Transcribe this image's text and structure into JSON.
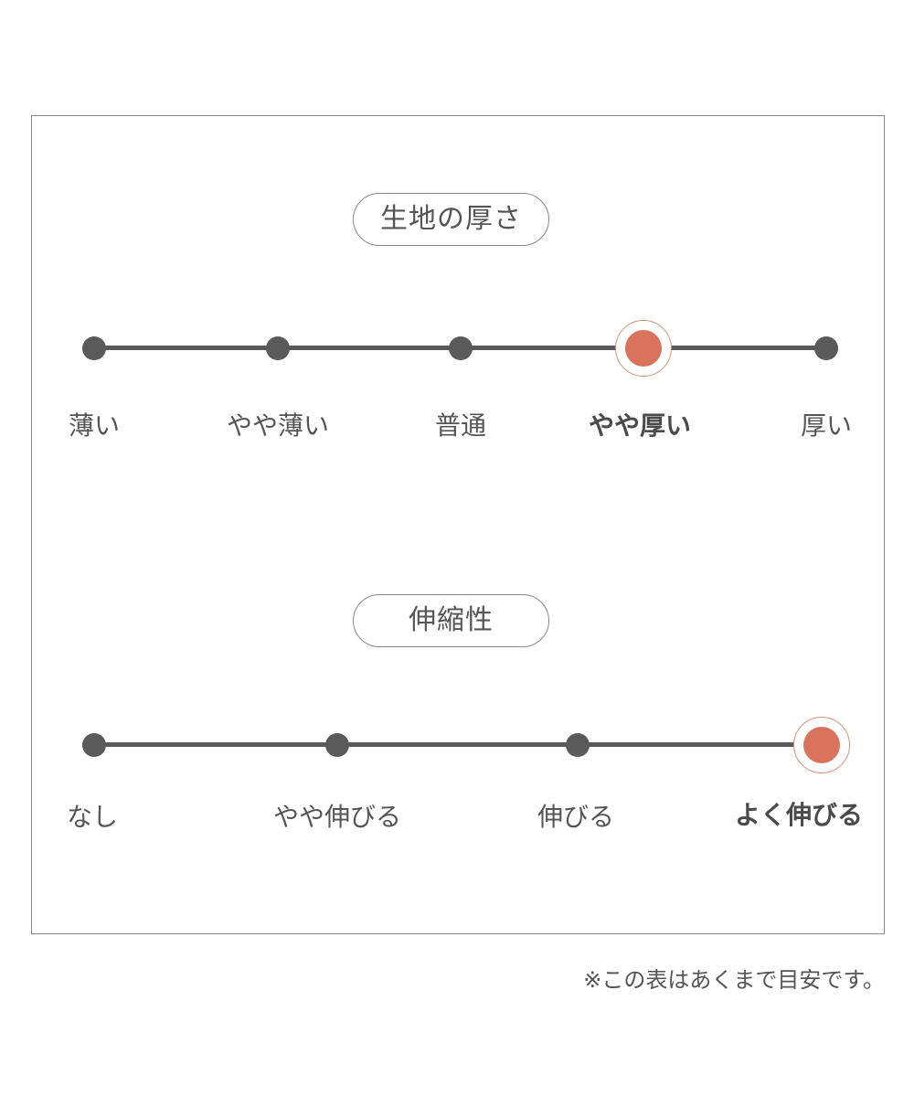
{
  "thickness": {
    "title": "生地の厚さ",
    "levels": [
      "薄い",
      "やや薄い",
      "普通",
      "やや厚い",
      "厚い"
    ],
    "selected_index": 3,
    "selected_label": "やや厚い"
  },
  "stretch": {
    "title": "伸縮性",
    "levels": [
      "なし",
      "やや伸びる",
      "伸びる",
      "よく伸びる"
    ],
    "selected_index": 3,
    "selected_label": "よく伸びる"
  },
  "note": "※この表はあくまで目安です。",
  "colors": {
    "selected": "#d9735c",
    "track": "#5a5a5a",
    "text": "#555555",
    "border": "#888888"
  }
}
